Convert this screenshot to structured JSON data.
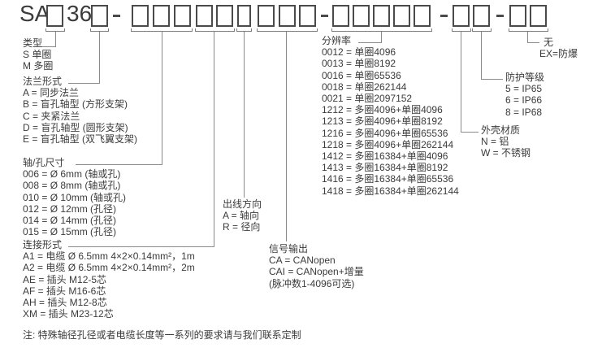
{
  "code": {
    "series_prefix": "SA",
    "series_mid": "36",
    "separator": "-"
  },
  "sections": {
    "type": {
      "label": "类型",
      "items": [
        "S 单圈",
        "M 多圈"
      ]
    },
    "flange": {
      "label": "法兰形式",
      "items": [
        "A = 同步法兰",
        "B = 盲孔轴型 (方形支架)",
        "C = 夹紧法兰",
        "D = 盲孔轴型 (圆形支架)",
        "E = 盲孔轴型 (双飞翼支架)"
      ]
    },
    "shaft": {
      "label": "轴/孔尺寸",
      "items": [
        "006 = Ø 6mm (轴或孔)",
        "008 = Ø 8mm (轴或孔)",
        "010 = Ø 10mm (轴或孔)",
        "012 = Ø 12mm (孔径)",
        "014 = Ø 14mm (孔径)",
        "015 = Ø 15mm (孔径)"
      ]
    },
    "connection": {
      "label": "连接形式",
      "items": [
        "A1 = 电缆 Ø 6.5mm 4×2×0.14mm²，1m",
        "A2 = 电缆 Ø 6.5mm 4×2×0.14mm²，2m",
        "AE = 插头 M12-5芯",
        "AF = 插头 M16-6芯",
        "AH = 插头 M12-8芯",
        "XM = 插头 M23-12芯"
      ]
    },
    "outlet": {
      "label": "出线方向",
      "items": [
        "A = 轴向",
        "R = 径向"
      ]
    },
    "signal": {
      "label": "信号输出",
      "items": [
        "CA = CANopen",
        "CAI = CANopen+增量",
        "(脉冲数1-4096可选)"
      ]
    },
    "resolution": {
      "label": "分辨率",
      "items": [
        "0012 = 单圈4096",
        "0013 = 单圈8192",
        "0016 = 单圈65536",
        "0018 = 单圈262144",
        "0021 = 单圈2097152",
        "1212 = 多圈4096+单圈4096",
        "1213 = 多圈4096+单圈8192",
        "1216 = 多圈4096+单圈65536",
        "1218 = 多圈4096+单圈262144",
        "1412 = 多圈16384+单圈4096",
        "1413 = 多圈16384+单圈8192",
        "1416 = 多圈16384+单圈65536",
        "1418 = 多圈16384+单圈262144"
      ]
    },
    "protection": {
      "label": "防护等级",
      "items": [
        "5 = IP65",
        "6 = IP66",
        "8 = IP68"
      ]
    },
    "housing": {
      "label": "外壳材质",
      "items": [
        "N = 铝",
        "W = 不锈钢"
      ]
    },
    "explosion": {
      "label": "无",
      "items": [
        "EX=防爆"
      ]
    }
  },
  "note": "注: 特殊轴径孔径或者电缆长度等一系列的要求请与我们联系定制",
  "colors": {
    "text": "#3b3b3b",
    "line": "#8a8a8a",
    "box_border": "#4a4a4a"
  }
}
